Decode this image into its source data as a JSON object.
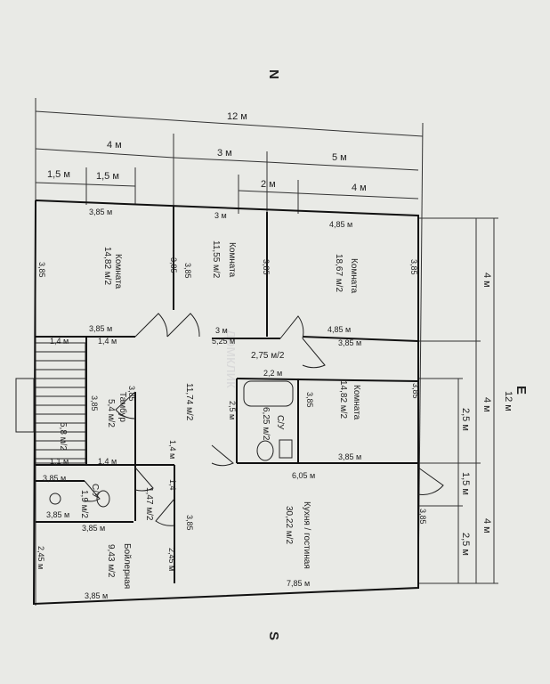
{
  "compass": {
    "north": "N",
    "south": "S",
    "east": "E"
  },
  "watermark": "домклик",
  "top_dimensions": {
    "total": "12 м",
    "seg_4": "4 м",
    "seg_3": "3 м",
    "seg_5": "5 м",
    "seg_1_5_a": "1,5 м",
    "seg_1_5_b": "1,5 м",
    "seg_2": "2 м",
    "seg_4b": "4 м"
  },
  "right_dimensions": {
    "total": "12 м",
    "seg_4_top": "4 м",
    "seg_4_mid": "4 м",
    "seg_4_bot": "4 м",
    "seg_2_5_a": "2,5 м",
    "seg_1_5": "1,5 м",
    "seg_2_5_b": "2,5 м"
  },
  "rooms": {
    "room1": {
      "name": "Комната",
      "area": "14,82 м/2"
    },
    "room2": {
      "name": "Комната",
      "area": "11,55 м/2"
    },
    "room3": {
      "name": "Комната",
      "area": "18,67 м/2"
    },
    "room4": {
      "name": "Комната",
      "area": "14,82 м/2"
    },
    "hall": {
      "area": "11,74 м/2"
    },
    "closet": {
      "area": "2,75 м/2"
    },
    "bath_main": {
      "name": "С/У",
      "area": "6,25 м/2"
    },
    "tambur": {
      "name": "Тамбур",
      "area": "5,4 м/2"
    },
    "stairs": {
      "area": "5,8 м/2"
    },
    "bath_small": {
      "name": "С/У",
      "area": "1,9 м/2"
    },
    "corridor": {
      "area": "1,47 м/2"
    },
    "boiler": {
      "name": "Бойлерная",
      "area": "9,43 м/2"
    },
    "kitchen": {
      "name": "Кухня / гостиная",
      "area": "30,22 м/2"
    }
  },
  "wall_labels": {
    "w1": "3,85 м",
    "w2": "3 м",
    "w3": "4,85 м",
    "w4": "3,85",
    "w5": "3,85",
    "w6": "3,85",
    "w7": "3,85",
    "w8": "3,85",
    "w9": "1,4 м",
    "w10": "1,4 м",
    "w11": "3,85 м",
    "w12": "5,25 м",
    "w13": "3 м",
    "w14": "4,85 м",
    "w15": "3,85 м",
    "w16": "2,2 м",
    "w17": "3,85",
    "w18": "2,5 м",
    "w19": "3,85",
    "w20": "3,85",
    "w21": "3,85",
    "w22": "1,1 м",
    "w23": "1,4 м",
    "w24": "3,85 м",
    "w25": "6,05 м",
    "w26": "3,85 м",
    "w27": "3,85 м",
    "w28": "1,4",
    "w29": "3,85 м",
    "w30": "2,45 м",
    "w31": "2,45 м",
    "w32": "3,85",
    "w33": "3,85",
    "w34": "7,85 м",
    "w35": "3,85 м",
    "w36": "1,4 м"
  }
}
